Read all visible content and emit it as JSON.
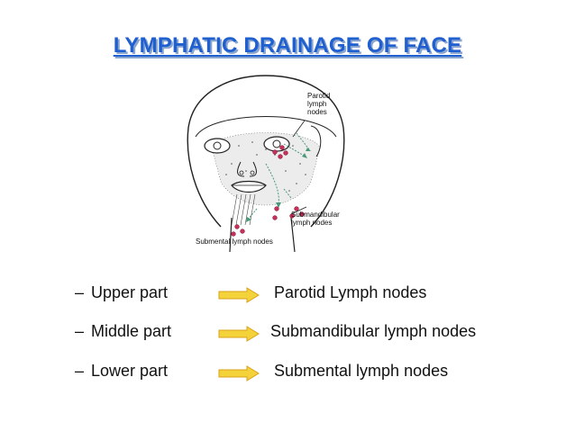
{
  "title": "LYMPHATIC DRAINAGE OF FACE",
  "figure": {
    "labels": {
      "parotid": [
        "Parotid",
        "lymph",
        "nodes"
      ],
      "submandibular": [
        "Submandibular",
        "lymph nodes"
      ],
      "submental": "Submental lymph nodes"
    }
  },
  "rows": [
    {
      "bullet": "–",
      "part": "Upper part",
      "destination": "Parotid Lymph nodes"
    },
    {
      "bullet": "–",
      "part": "Middle part",
      "destination": "Submandibular lymph nodes"
    },
    {
      "bullet": "–",
      "part": "Lower part",
      "destination": "Submental lymph nodes"
    }
  ],
  "colors": {
    "title": "#1f5fd0",
    "title_shadow": "#8aa6cf",
    "arrow_fill": "#f4d23a",
    "arrow_stroke": "#d9a21a",
    "node": "#c8305a",
    "drainage_arrow": "#4a9a7a"
  }
}
